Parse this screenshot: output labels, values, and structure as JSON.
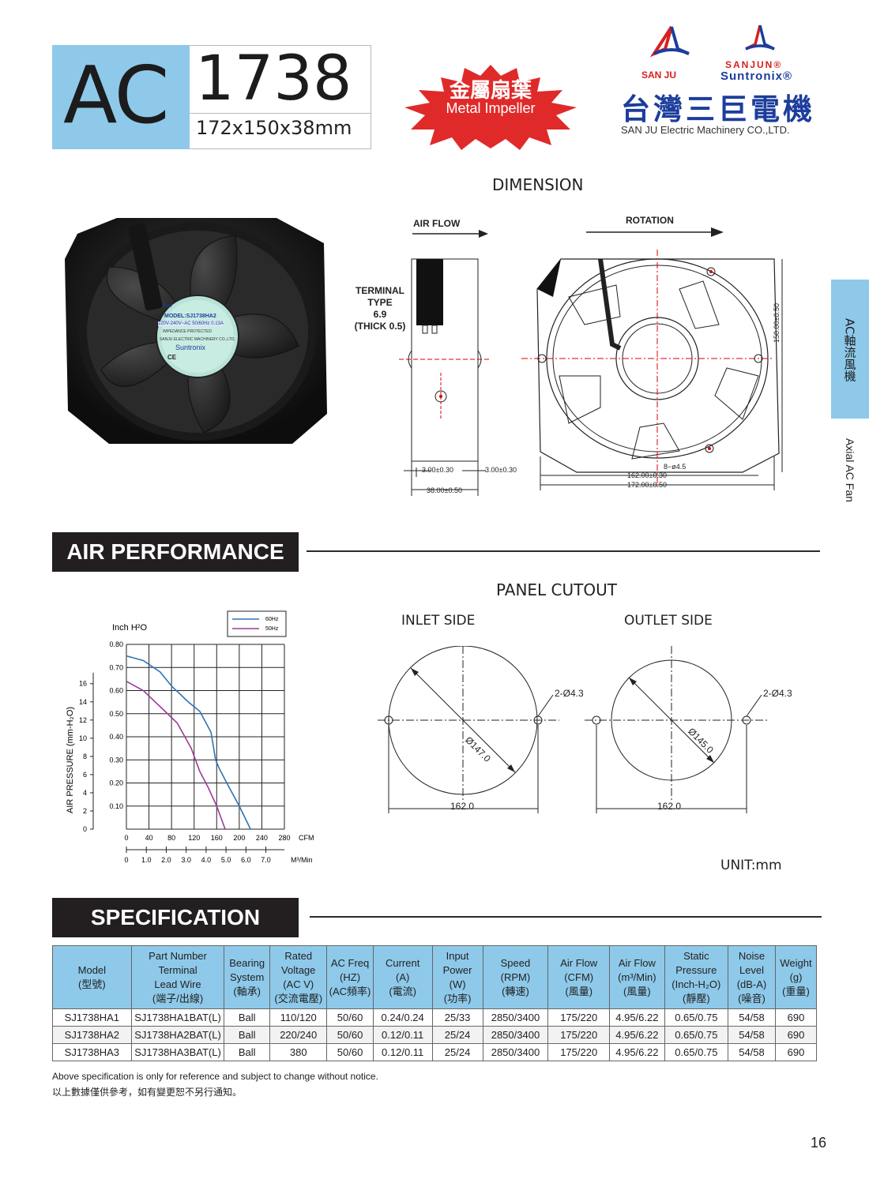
{
  "header": {
    "series": "AC",
    "model": "1738",
    "size": "172x150x38mm",
    "badge_zh": "金屬扇葉",
    "badge_en": "Metal Impeller",
    "logo_sanju": "SAN JU",
    "logo_sanjun": "SANJUN",
    "logo_suntronix": "Suntronix",
    "company_zh": "台灣三巨電機",
    "company_en": "SAN JU Electric  Machinery CO.,LTD."
  },
  "side_tab": {
    "zh": "AC軸流風機",
    "en": "Axial AC Fan"
  },
  "product_label": {
    "bearing": "Ball",
    "model": "MODEL:SJ1738HA2",
    "rating": "220V-240V~AC  50/60Hz 0.13A",
    "protection": "IMPEDANCE PROTECTED",
    "maker": "SANJU ELECTRIC MACHINERY CO.,LTD.",
    "brand": "Suntronix",
    "ce": "CE"
  },
  "dimension": {
    "title": "DIMENSION",
    "air_flow": "AIR FLOW",
    "rotation": "ROTATION",
    "terminal": [
      "TERMINAL",
      "TYPE",
      "6.9",
      "(THICK 0.5)"
    ],
    "dim_3a": "3.00±0.30",
    "dim_3b": "3.00±0.30",
    "dim_38": "38.00±0.50",
    "dim_162": "162.00±0.30",
    "dim_172": "172.00±0.50",
    "dim_150": "150.00±0.50",
    "holes": "8−ø4.5"
  },
  "air_performance": {
    "title": "AIR PERFORMANCE"
  },
  "chart_data": {
    "type": "line",
    "ylabel": "AIR PRESSURE   (mm-H₂O)",
    "ylabel_inch": "Inch H²O",
    "x_cfm_ticks": [
      "0",
      "40",
      "80",
      "120",
      "160",
      "200",
      "240",
      "280"
    ],
    "x_unit_cfm": "CFM",
    "x_m3_ticks": [
      "0",
      "1.0",
      "2.0",
      "3.0",
      "4.0",
      "5.0",
      "6.0",
      "7.0"
    ],
    "x_unit_m3": "M³/Min",
    "y_inch_ticks": [
      "0.10",
      "0.20",
      "0.30",
      "0.40",
      "0.50",
      "0.60",
      "0.70",
      "0.80"
    ],
    "y_mm_ticks": [
      "0",
      "2",
      "4",
      "6",
      "8",
      "10",
      "12",
      "14",
      "16"
    ],
    "xlim": [
      0,
      280
    ],
    "ylim": [
      0,
      0.8
    ],
    "series": [
      {
        "name": "60Hz",
        "color": "#2f74b5",
        "x": [
          0,
          30,
          60,
          80,
          110,
          130,
          150,
          158,
          165,
          180,
          200,
          210,
          220
        ],
        "y": [
          0.75,
          0.73,
          0.68,
          0.62,
          0.55,
          0.51,
          0.42,
          0.3,
          0.26,
          0.19,
          0.1,
          0.05,
          0.0
        ]
      },
      {
        "name": "50Hz",
        "color": "#9b3c9b",
        "x": [
          0,
          30,
          60,
          90,
          115,
          130,
          145,
          160,
          175
        ],
        "y": [
          0.64,
          0.6,
          0.53,
          0.46,
          0.35,
          0.25,
          0.18,
          0.1,
          0.0
        ]
      }
    ]
  },
  "panel_cutout": {
    "title": "PANEL CUTOUT",
    "inlet": "INLET SIDE",
    "outlet": "OUTLET SIDE",
    "inlet_dia": "Ø147.0",
    "outlet_dia": "Ø145.0",
    "holes": "2-Ø4.3",
    "span": "162.0",
    "unit": "UNIT:mm"
  },
  "specification": {
    "title": "SPECIFICATION",
    "headers": [
      [
        "Model",
        "(型號)"
      ],
      [
        "Part Number",
        "Terminal",
        "Lead Wire",
        "(端子/出線)"
      ],
      [
        "Bearing",
        "System",
        "(軸承)"
      ],
      [
        "Rated",
        "Voltage",
        "(AC V)",
        "(交流電壓)"
      ],
      [
        "AC Freq",
        "(HZ)",
        "(AC頻率)"
      ],
      [
        "Current",
        "(A)",
        "(電流)"
      ],
      [
        "Input",
        "Power",
        "(W)",
        "(功率)"
      ],
      [
        "Speed",
        "(RPM)",
        "(轉速)"
      ],
      [
        "Air Flow",
        "(CFM)",
        "(風量)"
      ],
      [
        "Air Flow",
        "(m³/Min)",
        "(風量)"
      ],
      [
        "Static",
        "Pressure",
        "(Inch-H₂O)",
        "(靜壓)"
      ],
      [
        "Noise",
        "Level",
        "(dB-A)",
        "(噪音)"
      ],
      [
        "Weight",
        "(g)",
        "(重量)"
      ]
    ],
    "rows": [
      [
        "SJ1738HA1",
        "SJ1738HA1BAT(L)",
        "Ball",
        "110/120",
        "50/60",
        "0.24/0.24",
        "25/33",
        "2850/3400",
        "175/220",
        "4.95/6.22",
        "0.65/0.75",
        "54/58",
        "690"
      ],
      [
        "SJ1738HA2",
        "SJ1738HA2BAT(L)",
        "Ball",
        "220/240",
        "50/60",
        "0.12/0.11",
        "25/24",
        "2850/3400",
        "175/220",
        "4.95/6.22",
        "0.65/0.75",
        "54/58",
        "690"
      ],
      [
        "SJ1738HA3",
        "SJ1738HA3BAT(L)",
        "Ball",
        "380",
        "50/60",
        "0.12/0.11",
        "25/24",
        "2850/3400",
        "175/220",
        "4.95/6.22",
        "0.65/0.75",
        "54/58",
        "690"
      ]
    ],
    "note_en": "Above specification  is  only for reference and subject to change without notice.",
    "note_zh": "以上數據僅供參考，如有變更恕不另行通知。"
  },
  "page_number": "16"
}
